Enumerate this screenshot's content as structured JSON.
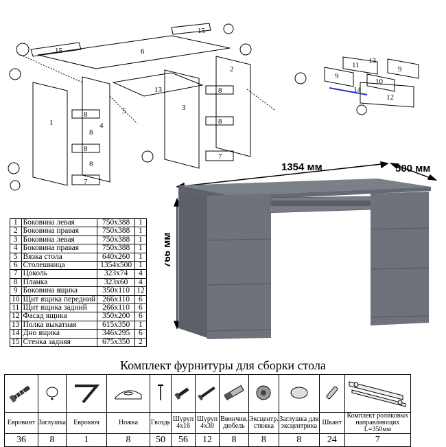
{
  "dimensions": {
    "width": "1354 мм",
    "depth": "500 мм",
    "height": "766 мм"
  },
  "exploded_labels": [
    "1",
    "2",
    "3",
    "4",
    "5",
    "6",
    "7",
    "8",
    "8",
    "8",
    "8",
    "8",
    "8",
    "7",
    "13",
    "15",
    "15"
  ],
  "drawer_labels": [
    "9",
    "11",
    "9",
    "10",
    "12",
    "13",
    "14"
  ],
  "parts": [
    {
      "num": "1",
      "name": "Боковина левая",
      "size": "750x388",
      "qty": "1"
    },
    {
      "num": "2",
      "name": "Боковина правая",
      "size": "750x388",
      "qty": "1"
    },
    {
      "num": "3",
      "name": "Боковина левая",
      "size": "750x388",
      "qty": "1"
    },
    {
      "num": "4",
      "name": "Боковина правая",
      "size": "750x388",
      "qty": "1"
    },
    {
      "num": "5",
      "name": "Вязка стола",
      "size": "640x260",
      "qty": "1"
    },
    {
      "num": "6",
      "name": "Столешница",
      "size": "1354x500",
      "qty": "1"
    },
    {
      "num": "7",
      "name": "Цоколь",
      "size": "323x74",
      "qty": "4"
    },
    {
      "num": "8",
      "name": "Планка",
      "size": "323x60",
      "qty": "4"
    },
    {
      "num": "9",
      "name": "Боковина ящика",
      "size": "350x110",
      "qty": "12"
    },
    {
      "num": "10",
      "name": "Щит ящика передний",
      "size": "266x110",
      "qty": "6"
    },
    {
      "num": "11",
      "name": "Щит ящика задний",
      "size": "266x110",
      "qty": "6"
    },
    {
      "num": "12",
      "name": "Фасад ящика",
      "size": "350x200",
      "qty": "6"
    },
    {
      "num": "13",
      "name": "Полка выкатная",
      "size": "615x350",
      "qty": "1"
    },
    {
      "num": "14",
      "name": "Дно ящика",
      "size": "346x295",
      "qty": "6"
    },
    {
      "num": "15",
      "name": "Стенка задняя",
      "size": "675x350",
      "qty": "2"
    }
  ],
  "hardware_title": "Комплект фурнитуры для сборки стола",
  "hardware": [
    {
      "icon": "euroscrew-icon",
      "label": "Евровинт",
      "count": "36"
    },
    {
      "icon": "cap-icon",
      "label": "Заглушка",
      "count": "8"
    },
    {
      "icon": "eurokey-icon",
      "label": "Еврокюч",
      "count": "1"
    },
    {
      "icon": "foot-icon",
      "label": "Ножка",
      "count": "8"
    },
    {
      "icon": "nail-icon",
      "label": "Гвоздь",
      "count": "50"
    },
    {
      "icon": "screw-short-icon",
      "label": "Шуруп 4x16",
      "count": "56"
    },
    {
      "icon": "screw-long-icon",
      "label": "Шуруп 4x30",
      "count": "12"
    },
    {
      "icon": "dowel-icon",
      "label": "Ввинчив. дюбель",
      "count": "8"
    },
    {
      "icon": "eccentric-icon",
      "label": "Эксцентр. стяжка",
      "count": "8"
    },
    {
      "icon": "eccentric-cap-icon",
      "label": "Заглушка для эксцентрика",
      "count": "8"
    },
    {
      "icon": "dowel-pin-icon",
      "label": "Шкант",
      "count": "24"
    },
    {
      "icon": "roller-guides-icon",
      "label": "Комплект роликовых направляющих L=350мм",
      "count": "7"
    }
  ],
  "colors": {
    "desk_body": "#6e737b",
    "desk_top": "#7b8088",
    "desk_front": "#656a72",
    "guide_accent": "#2a2fd0"
  }
}
